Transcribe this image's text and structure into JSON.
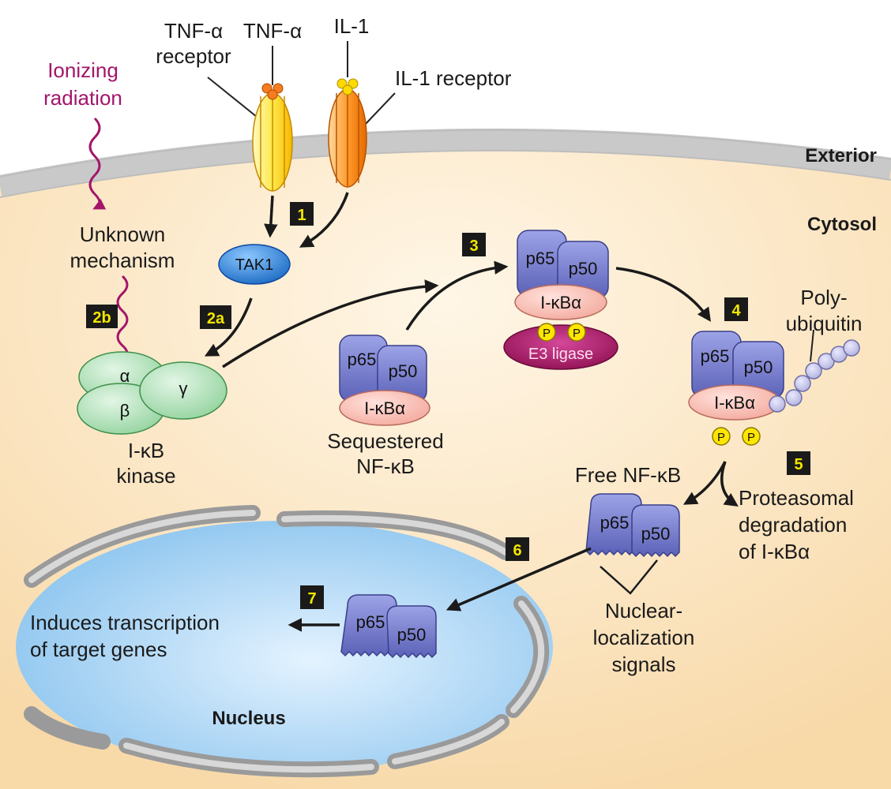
{
  "receptors": {
    "tnf_receptor": "TNF-α\nreceptor",
    "tnf": "TNF-α",
    "il1": "IL-1",
    "il1_receptor": "IL-1 receptor"
  },
  "ionizing": "Ionizing\nradiation",
  "unknown": "Unknown\nmechanism",
  "compartments": {
    "exterior": "Exterior",
    "cytosol": "Cytosol",
    "nucleus": "Nucleus"
  },
  "tak1": "TAK1",
  "steps": {
    "s1": "1",
    "s2a": "2a",
    "s2b": "2b",
    "s3": "3",
    "s4": "4",
    "s5": "5",
    "s6": "6",
    "s7": "7"
  },
  "ikk": {
    "alpha": "α",
    "beta": "β",
    "gamma": "γ",
    "label": "I-κB\nkinase"
  },
  "proteins": {
    "p65": "p65",
    "p50": "p50",
    "ikba": "I-κBα",
    "p": "P",
    "e3": "E3 ligase"
  },
  "sequestered": "Sequestered\nNF-κB",
  "polyub": "Poly-\nubiquitin",
  "free": "Free NF-κB",
  "proteasomal": "Proteasomal\ndegradation\nof I-κBα",
  "nls": "Nuclear-\nlocalization\nsignals",
  "induces": "Induces transcription\nof target genes",
  "colors": {
    "cytosol": "#fde9c8",
    "membrane": "#cfcfcf",
    "nucleus": "#a9d5f5",
    "nf_kb": "#6b72c4",
    "ikba": "#f6b8ae",
    "e3": "#a8165e",
    "radiation": "#a3156a",
    "ikk": "#a6dcae",
    "tak1": "#1f7bd6",
    "step_box": "#1a1a1a"
  }
}
